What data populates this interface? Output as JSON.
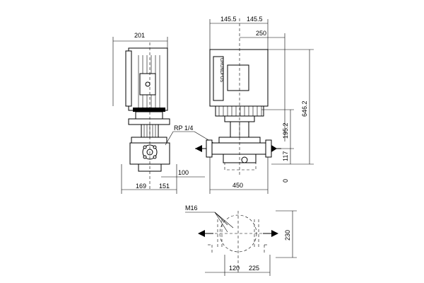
{
  "dimensions": {
    "motor_width": "201",
    "half_width_left": "145.5",
    "half_width_right": "145.5",
    "top_width": "250",
    "total_height": "646.2",
    "upper_height": "195.2",
    "pipe_center_height": "117",
    "base_zero": "0",
    "left_offset": "169",
    "right_offset": "151",
    "front_depth": "100",
    "port_length": "450",
    "base_height": "230",
    "base_left": "120",
    "base_right": "225"
  },
  "labels": {
    "port_thread": "RP 1/4",
    "bolt_thread": "M16"
  },
  "brand_text": "GRUNDFOS"
}
